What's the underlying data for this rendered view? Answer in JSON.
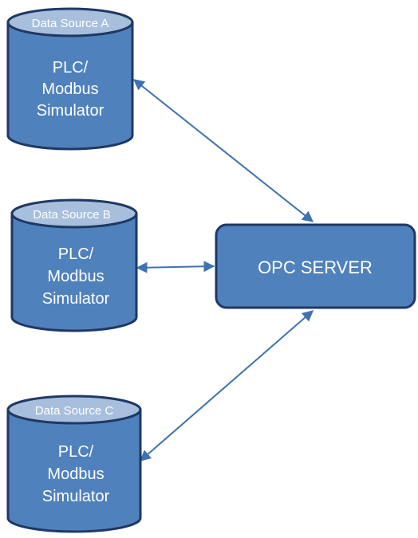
{
  "colors": {
    "fill": "#4f81bd",
    "stroke": "#1f3864",
    "top_ellipse": "#a7bfdd",
    "arrow": "#3f72b0",
    "text": "#ffffff"
  },
  "sources": [
    {
      "caption": "Data Source A",
      "line1": "PLC/",
      "line2": "Modbus",
      "line3": "Simulator"
    },
    {
      "caption": "Data Source B",
      "line1": "PLC/",
      "line2": "Modbus",
      "line3": "Simulator"
    },
    {
      "caption": "Data Source C",
      "line1": "PLC/",
      "line2": "Modbus",
      "line3": "Simulator"
    }
  ],
  "server": {
    "label": "OPC SERVER"
  },
  "connections": [
    {
      "from": "Data Source A",
      "to": "OPC SERVER",
      "direction": "bidirectional"
    },
    {
      "from": "Data Source B",
      "to": "OPC SERVER",
      "direction": "bidirectional"
    },
    {
      "from": "Data Source C",
      "to": "OPC SERVER",
      "direction": "bidirectional"
    }
  ]
}
